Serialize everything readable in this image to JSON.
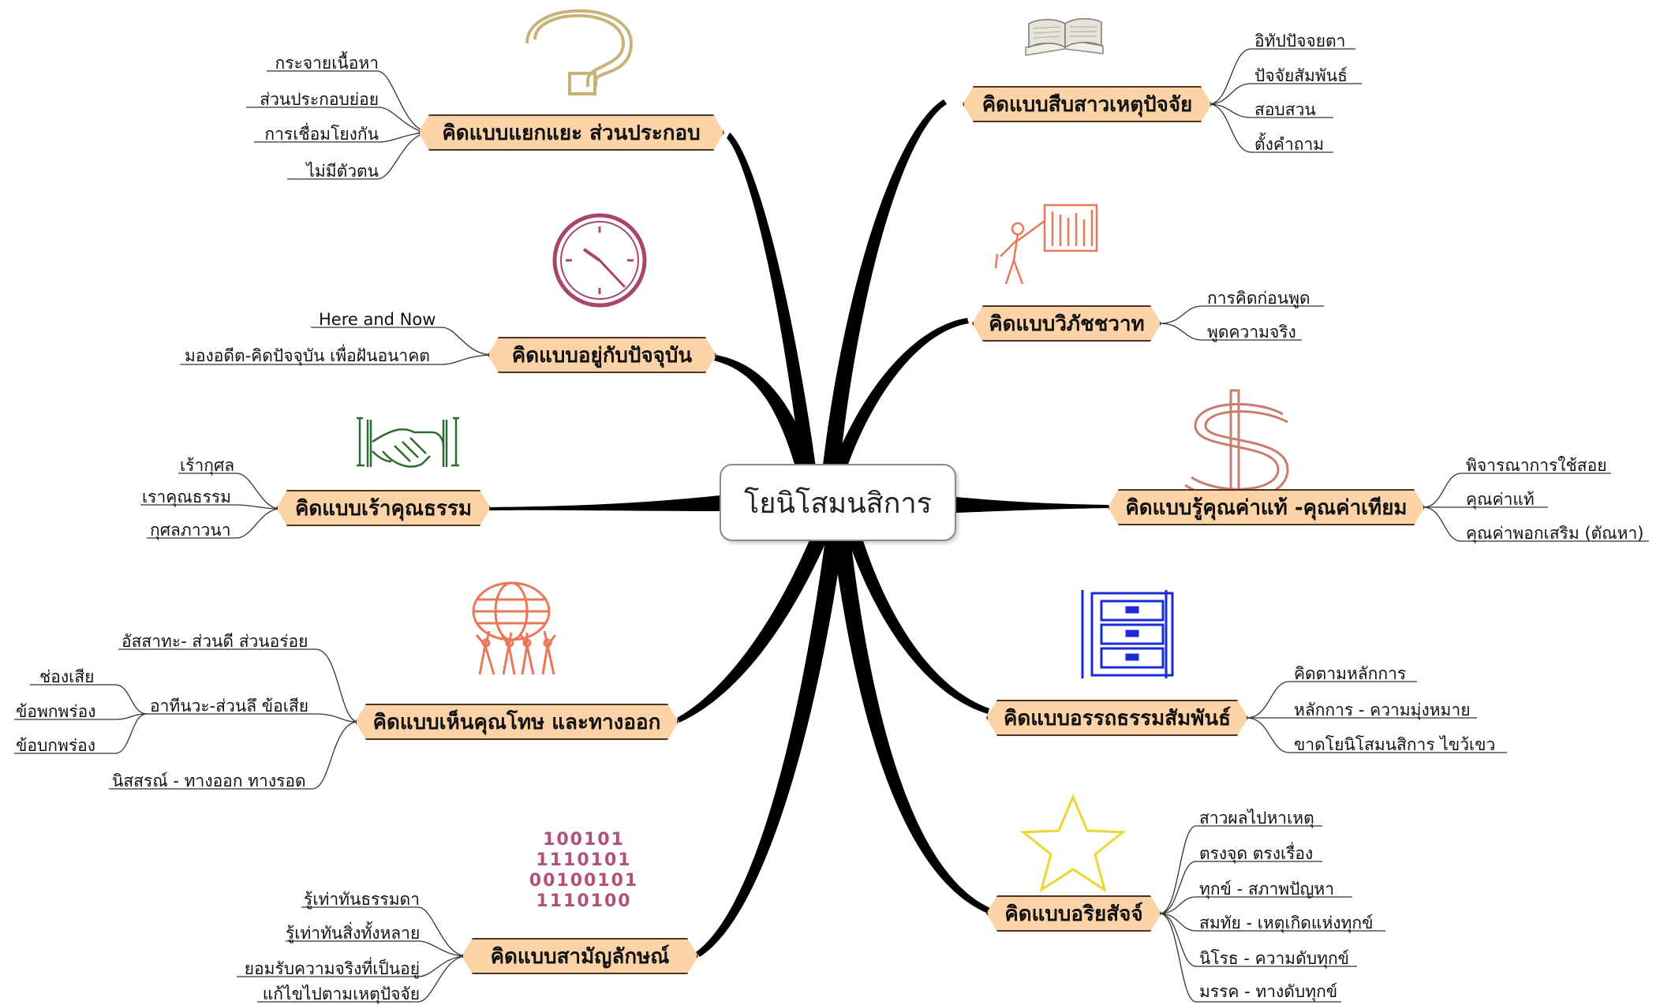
{
  "center": "โยนิโสมนสิการ",
  "topics": {
    "t1": {
      "label": "คิดแบบแยกแยะ ส่วนประกอบ",
      "leaves": [
        "กระจายเนื้อหา",
        "ส่วนประกอบย่อย",
        "การเชื่อมโยงกัน",
        "ไม่มีตัวตน"
      ]
    },
    "t2": {
      "label": "คิดแบบอยู่กับปัจจุบัน",
      "leaves": [
        "Here and Now",
        "มองอดีต-คิดปัจจุบัน เพื่อฝันอนาคต"
      ]
    },
    "t3": {
      "label": "คิดแบบเร้าคุณธรรม",
      "leaves": [
        "เร้ากุศล",
        "เราคุณธรรม",
        "กุศลภาวนา"
      ]
    },
    "t4": {
      "label": "คิดแบบเห็นคุณโทษ และทางออก",
      "leaves": [
        "อัสสาทะ- ส่วนดี ส่วนอร่อย",
        "อาทีนวะ-ส่วนลึ ข้อเสีย",
        "นิสสรณ์ - ทางออก ทางรอด"
      ],
      "subleaves": [
        "ช่องเสีย",
        "ข้อพกพร่อง",
        "ข้อบกพร่อง"
      ]
    },
    "t5": {
      "label": "คิดแบบสามัญลักษณ์",
      "leaves": [
        "รู้เท่าทันธรรมดา",
        "รู้เท่าทันสิ่งทั้งหลาย",
        "ยอมรับความจริงที่เป็นอยู่",
        "แก้ไขไปตามเหตุปัจจัย"
      ]
    },
    "t6": {
      "label": "คิดแบบสืบสาวเหตุปัจจัย",
      "leaves": [
        "อิทัปปัจจยตา",
        "ปัจจัยสัมพันธ์",
        "สอบสวน",
        "ตั้งคำถาม"
      ]
    },
    "t7": {
      "label": "คิดแบบวิภัชชวาท",
      "leaves": [
        "การคิดก่อนพูด",
        "พูดความจริง"
      ]
    },
    "t8": {
      "label": "คิดแบบรู้คุณค่าแท้ -คุณค่าเทียม",
      "leaves": [
        "พิจารณาการใช้สอย",
        "คุณค่าแท้",
        "คุณค่าพอกเสริม (ตัณหา)"
      ]
    },
    "t9": {
      "label": "คิดแบบอรรถธรรมสัมพันธ์",
      "leaves": [
        "คิดตามหลักการ",
        "หลักการ - ความมุ่งหมาย",
        "ขาดโยนิโสมนสิการ ไขว้เขว"
      ]
    },
    "t10": {
      "label": "คิดแบบอริยสัจจ์",
      "leaves": [
        "สาวผลไปหาเหตุ",
        "ตรงจุด ตรงเรื่อง",
        "ทุกข์ - สภาพปัญหา",
        "สมทัย - เหตุเกิดแห่งทุกข์",
        "นิโรธ - ความดับทุกข์",
        "มรรค - ทางดับทุกข์"
      ]
    }
  },
  "binary": [
    "100101",
    "1110101",
    "00100101",
    "1110100"
  ],
  "icons": [
    "question-mark-icon",
    "clock-icon",
    "handshake-icon",
    "globe-people-icon",
    "binary-icon",
    "book-icon",
    "presenter-chart-icon",
    "dollar-icon",
    "file-cabinet-icon",
    "star-icon"
  ],
  "colors": {
    "topic_fill": "#fcd3a6",
    "branch": "#000000",
    "question": "#c8b27a",
    "clock": "#a8456f",
    "handshake": "#2e6b2e",
    "globe": "#e8785a",
    "binary": "#b0517a",
    "presenter": "#e8785a",
    "dollar": "#c97d6c",
    "cabinet": "#1a2ad6",
    "star": "#ecd630"
  }
}
